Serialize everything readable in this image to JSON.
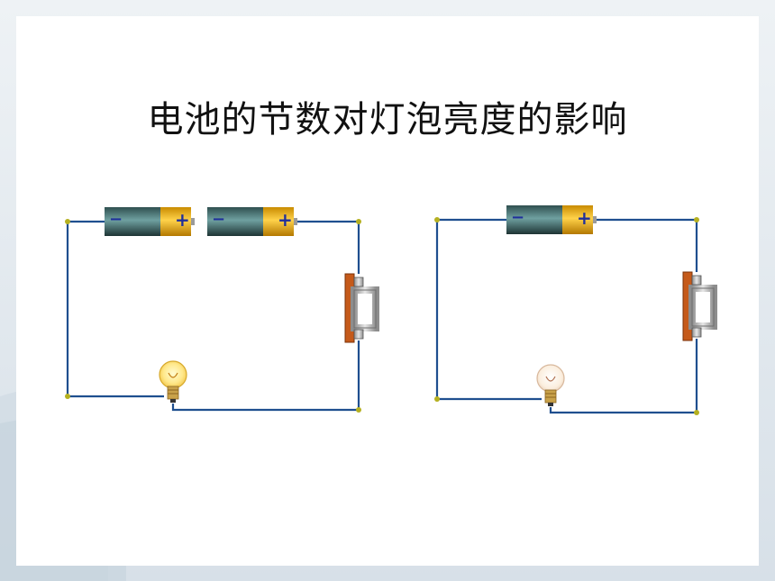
{
  "slide": {
    "title": "电池的节数对灯泡亮度的影响"
  },
  "battery": {
    "negative_sign": "−",
    "positive_sign": "+",
    "colors": {
      "body_dark": "#2f4f4f",
      "body_light": "#6fa0a0",
      "cap_dark": "#c98b00",
      "cap_light": "#ffd24a",
      "sign": "#1f2f9c"
    }
  },
  "circuits": [
    {
      "name": "left-circuit",
      "battery_count": 2,
      "bulb_state": "bright"
    },
    {
      "name": "right-circuit",
      "battery_count": 1,
      "bulb_state": "dim"
    }
  ],
  "colors": {
    "wire": "#1f4f8f",
    "terminal": "#b5b020",
    "switch_base": "#c55a1a",
    "switch_metal": "#b8b8b8"
  }
}
